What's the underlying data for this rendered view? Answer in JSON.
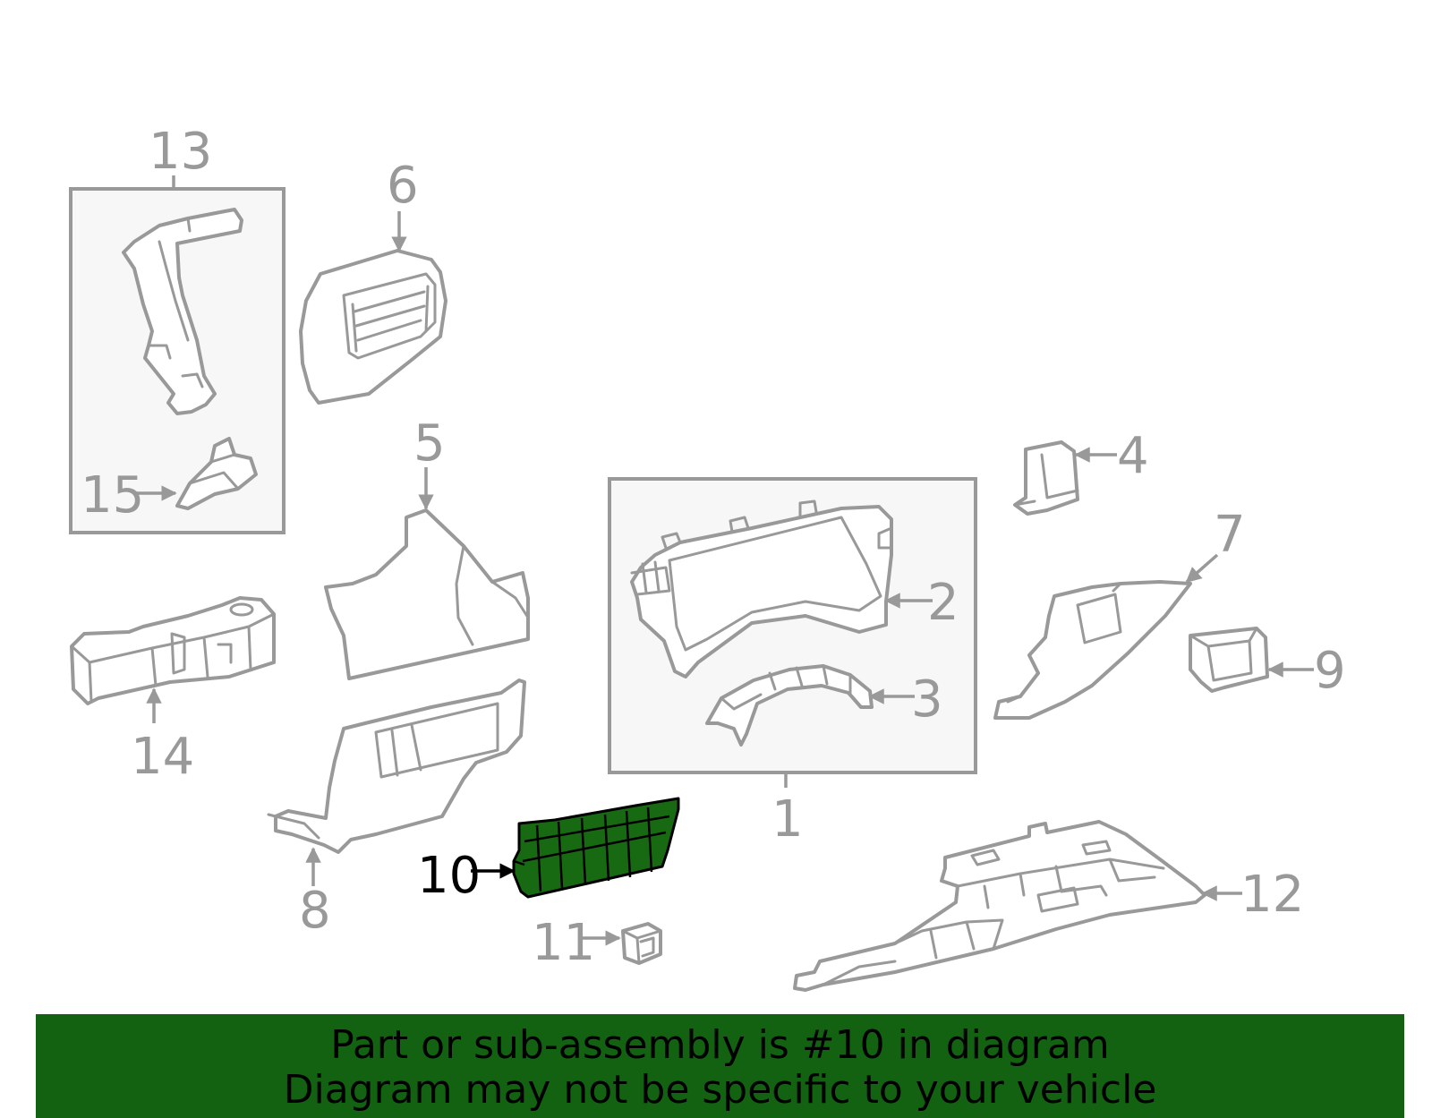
{
  "callouts": {
    "c1": "1",
    "c2": "2",
    "c3": "3",
    "c4": "4",
    "c5": "5",
    "c6": "6",
    "c7": "7",
    "c8": "8",
    "c9": "9",
    "c10": "10",
    "c11": "11",
    "c12": "12",
    "c13": "13",
    "c14": "14",
    "c15": "15"
  },
  "highlighted_part": "10",
  "colors": {
    "line_art": "#999999",
    "highlight_fill": "#186a12",
    "banner_bg": "#136212",
    "banner_text": "#000000"
  },
  "banner": {
    "line1": "Part or sub-assembly is #10 in diagram",
    "line2": "Diagram may not be specific to your vehicle"
  }
}
